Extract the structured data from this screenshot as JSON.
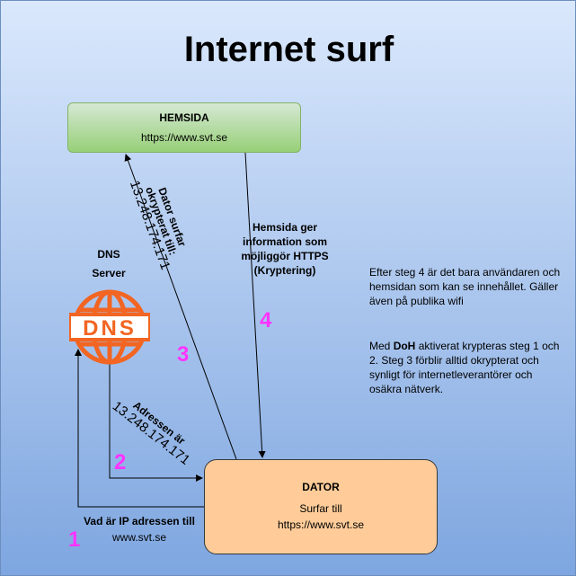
{
  "title": "Internet surf",
  "hemsida": {
    "label": "HEMSIDA",
    "url": "https://www.svt.se"
  },
  "dator": {
    "label": "DATOR",
    "line1": "Surfar till",
    "line2": "https://www.svt.se"
  },
  "dns": {
    "line1": "DNS",
    "line2": "Server",
    "icon_name": "dns-globe-icon",
    "icon_text": "DNS",
    "icon_color": "#f26522"
  },
  "step1": {
    "number": "1",
    "label_line1": "Vad är IP adressen till",
    "label_line2": "www.svt.se"
  },
  "step2": {
    "number": "2",
    "label_line1": "Adressen är",
    "label_line2": "13.248.174.171"
  },
  "step3": {
    "number": "3",
    "label_line1": "Dator surfar",
    "label_line2": "okrypterat till:",
    "label_line3": "13.248.174.171"
  },
  "step4": {
    "number": "4",
    "label_line1": "Hemsida ger",
    "label_line2": "information som",
    "label_line3": "möjliggör HTTPS",
    "label_line4": "(Kryptering)"
  },
  "note1": {
    "text": "Efter steg 4 är det bara användaren och hemsidan som kan se innehållet. Gäller även på publika wifi"
  },
  "note2": {
    "pre": "Med ",
    "bold": "DoH",
    "post": " aktiverat krypteras steg 1 och 2. Steg 3 förblir alltid okrypterat och synligt för internetleverantörer och osäkra nätverk."
  },
  "colors": {
    "step_number": "#ff33ff",
    "hemsida_fill": "#97d077",
    "dator_fill": "#ffcc99",
    "background_bottom": "#7ea6e0"
  }
}
